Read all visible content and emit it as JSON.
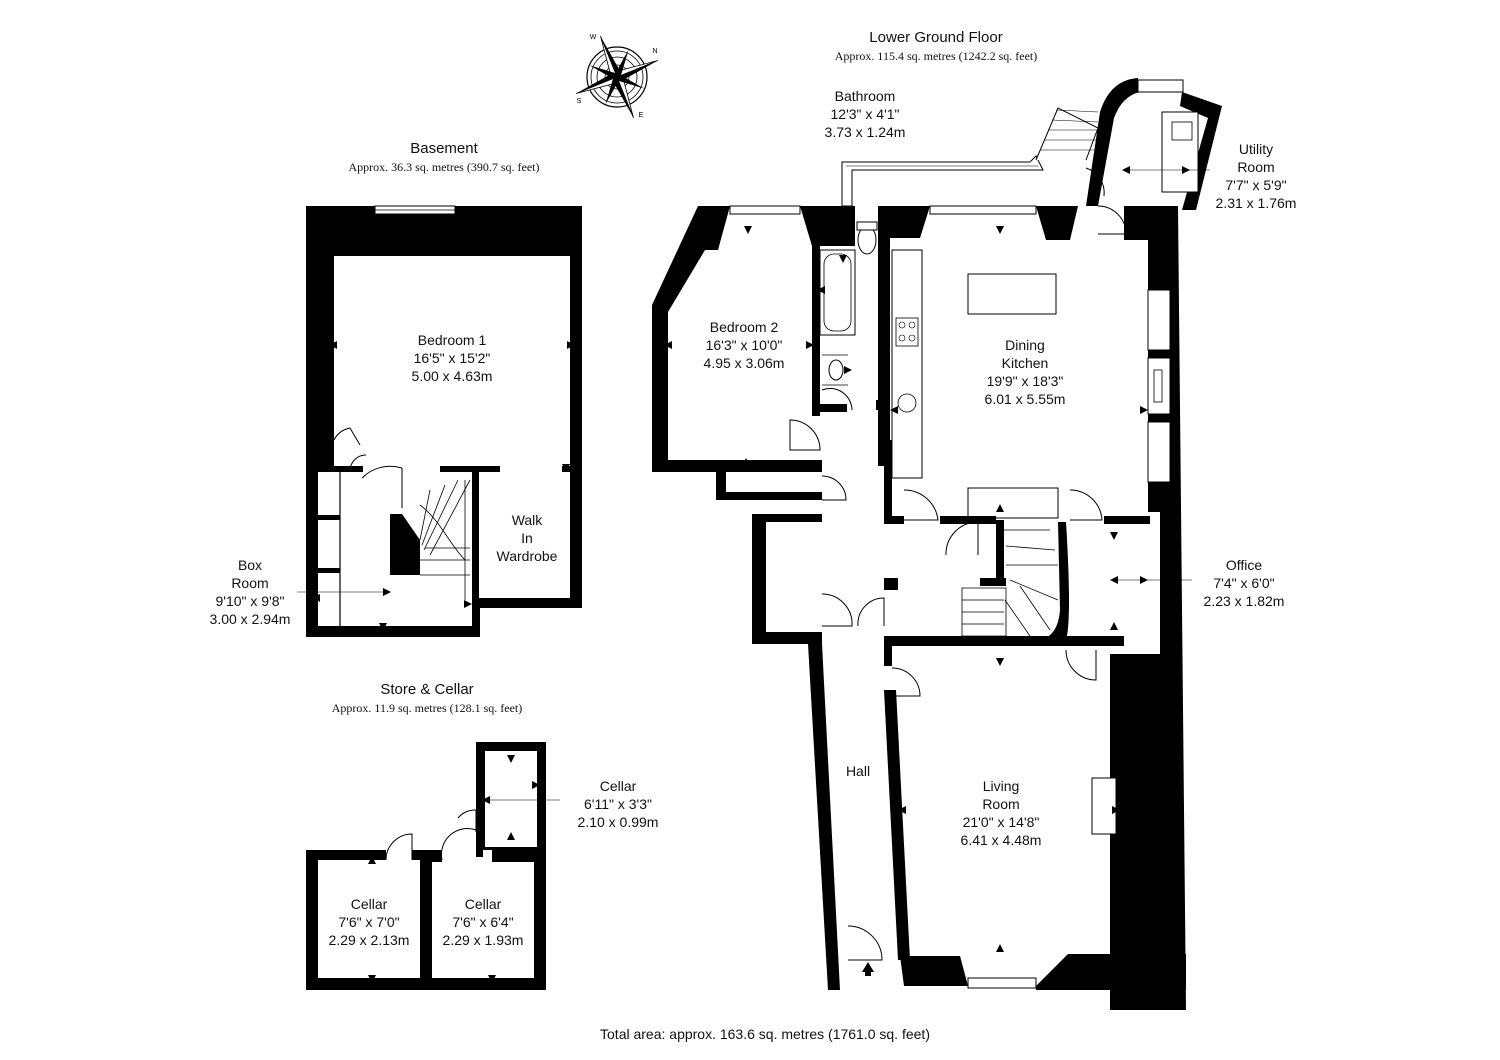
{
  "sections": {
    "lower_ground": {
      "title": "Lower Ground Floor",
      "area": "Approx. 115.4 sq. metres (1242.2 sq. feet)"
    },
    "basement": {
      "title": "Basement",
      "area": "Approx. 36.3 sq. metres (390.7 sq. feet)"
    },
    "store_cellar": {
      "title": "Store & Cellar",
      "area": "Approx. 11.9 sq. metres (128.1 sq. feet)"
    }
  },
  "rooms": {
    "bathroom": {
      "name": "Bathroom",
      "imperial": "12'3\" x 4'1\"",
      "metric": "3.73 x 1.24m"
    },
    "utility": {
      "name1": "Utility",
      "name2": "Room",
      "imperial": "7'7\" x 5'9\"",
      "metric": "2.31 x 1.76m"
    },
    "bedroom1": {
      "name": "Bedroom 1",
      "imperial": "16'5\" x 15'2\"",
      "metric": "5.00 x 4.63m"
    },
    "bedroom2": {
      "name": "Bedroom 2",
      "imperial": "16'3\" x 10'0\"",
      "metric": "4.95 x 3.06m"
    },
    "kitchen": {
      "name1": "Dining",
      "name2": "Kitchen",
      "imperial": "19'9\" x 18'3\"",
      "metric": "6.01 x 5.55m"
    },
    "wardrobe": {
      "line1": "Walk",
      "line2": "In",
      "line3": "Wardrobe"
    },
    "boxroom": {
      "name1": "Box",
      "name2": "Room",
      "imperial": "9'10\" x 9'8\"",
      "metric": "3.00 x 2.94m"
    },
    "office": {
      "name": "Office",
      "imperial": "7'4\" x 6'0\"",
      "metric": "2.23 x 1.82m"
    },
    "hall": {
      "name": "Hall"
    },
    "living": {
      "name1": "Living",
      "name2": "Room",
      "imperial": "21'0\" x 14'8\"",
      "metric": "6.41 x 4.48m"
    },
    "cellar_small": {
      "name": "Cellar",
      "imperial": "6'11\" x 3'3\"",
      "metric": "2.10 x 0.99m"
    },
    "cellar_a": {
      "name": "Cellar",
      "imperial": "7'6\" x 7'0\"",
      "metric": "2.29 x 2.13m"
    },
    "cellar_b": {
      "name": "Cellar",
      "imperial": "7'6\" x 6'4\"",
      "metric": "2.29 x 1.93m"
    }
  },
  "total_area": "Total area: approx. 163.6 sq. metres (1761.0 sq. feet)",
  "compass_letters": [
    "N",
    "E",
    "S",
    "W"
  ],
  "colors": {
    "wall": "#000000",
    "stroke": "#000000",
    "glass": "#ffffff"
  }
}
